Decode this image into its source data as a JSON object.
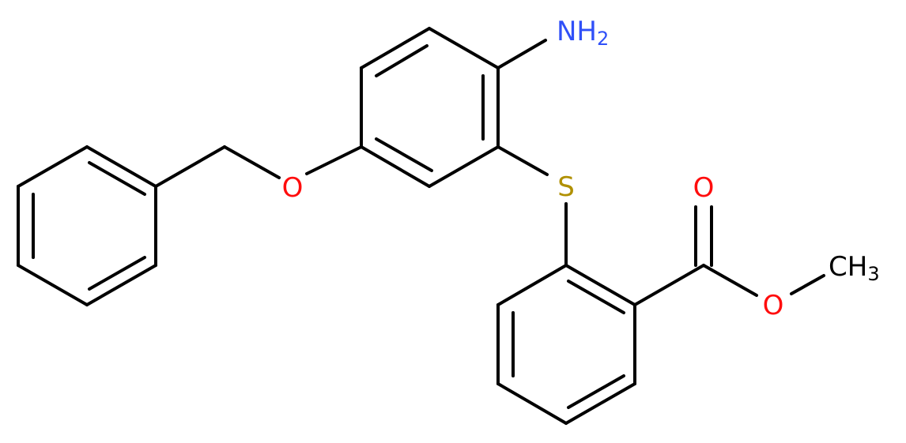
{
  "molecule": {
    "atoms": {
      "amine": {
        "symbol": "NH",
        "subscript": "2",
        "color": "#3050F8"
      },
      "sulfur": {
        "symbol": "S",
        "color": "#B09000"
      },
      "ether_oxygen": {
        "symbol": "O",
        "color": "#FF0D0D"
      },
      "carbonyl_oxygen": {
        "symbol": "O",
        "color": "#FF0D0D"
      },
      "ester_oxygen": {
        "symbol": "O",
        "color": "#FF0D0D"
      },
      "methyl": {
        "symbol": "CH",
        "subscript": "3",
        "color": "#000000"
      }
    },
    "bond_color": "#000000",
    "background": "#FFFFFF"
  }
}
